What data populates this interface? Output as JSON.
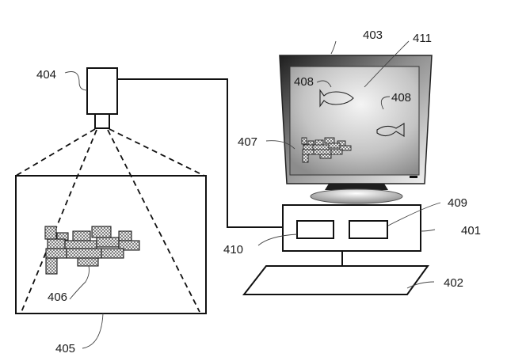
{
  "labels": {
    "monitor": "403",
    "camera": "404",
    "work_area": "405",
    "object": "406",
    "object_image": "407",
    "fish_image_left": "408",
    "fish_image_right": "408",
    "processing_unit_a": "409",
    "computer": "401",
    "processing_unit_b": "410",
    "screen": "411",
    "keyboard": "402"
  },
  "colors": {
    "line": "#111111",
    "screen_light": "#f2f2f2",
    "screen_dark": "#8a8a8a",
    "bezel_dark": "#2a2a2a",
    "bezel_light": "#eeeeee"
  }
}
